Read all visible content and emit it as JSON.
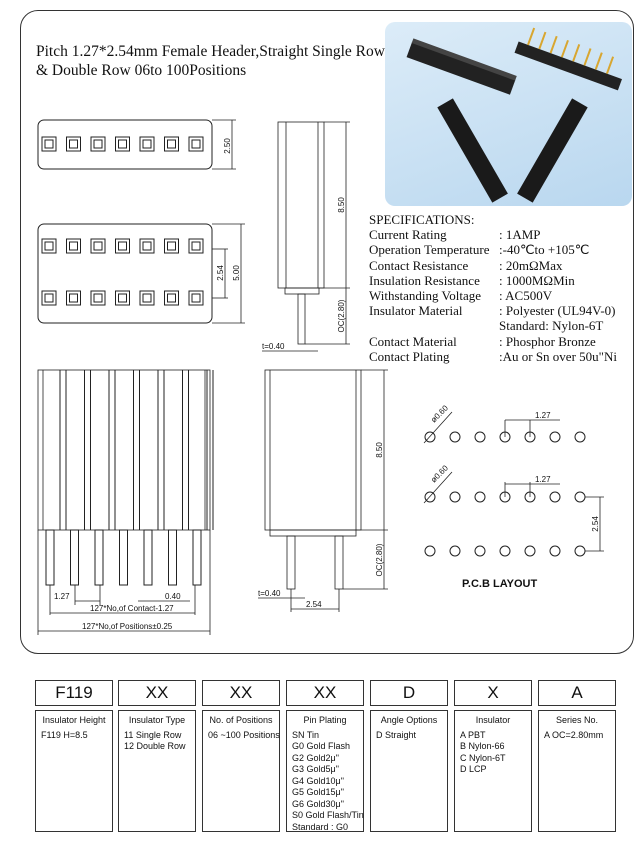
{
  "title": {
    "line1": "Pitch 1.27*2.54mm Female Header,Straight Single Row",
    "line2": "& Double Row 06to 100Positions"
  },
  "specs": {
    "heading": "SPECIFICATIONS:",
    "rows": [
      {
        "k": "Current Rating",
        "v": ": 1AMP"
      },
      {
        "k": "Operation  Temperature",
        "v": ":-40℃to +105℃"
      },
      {
        "k": "Contact Resistance",
        "v": ": 20mΩMax"
      },
      {
        "k": "Insulation Resistance",
        "v": ": 1000MΩMin"
      },
      {
        "k": "Withstanding Voltage",
        "v": ": AC500V"
      },
      {
        "k": "Insulator Material",
        "v": ": Polyester (UL94V-0)"
      },
      {
        "k": "",
        "v": "Standard: Nylon-6T"
      },
      {
        "k": "Contact Material",
        "v": ": Phosphor Bronze"
      },
      {
        "k": "Contact Plating",
        "v": ":Au or Sn over 50u\"Ni"
      }
    ]
  },
  "dims": {
    "w250": "2.50",
    "w500": "5.00",
    "p254": "2.54",
    "h850": "8.50",
    "oc": "OC(2.80)",
    "t040": "t=0.40",
    "p127": "1.27",
    "d040": "0.40",
    "contact": "127*No,of  Contact-1.27",
    "positions": "127*No,of  Positions±0.25",
    "pcb_d": "ø0.60",
    "pcb_title": "P.C.B  LAYOUT"
  },
  "part": {
    "codes": [
      "F119",
      "XX",
      "XX",
      "XX",
      "D",
      "X",
      "A"
    ],
    "cols": [
      {
        "h": "Insulator Height",
        "lines": [
          "F119  H=8.5"
        ]
      },
      {
        "h": "Insulator Type",
        "lines": [
          "11   Single Row",
          "12   Double Row"
        ]
      },
      {
        "h": "No. of Positions",
        "lines": [
          "06 ~100 Positions"
        ]
      },
      {
        "h": "Pin Plating",
        "lines": [
          "SN  Tin",
          "G0   Gold Flash",
          "G2   Gold2μ\"",
          "G3   Gold5μ\"",
          "G4   Gold10μ\"",
          "G5   Gold15μ\"",
          "G6   Gold30μ\"",
          "S0   Gold Flash/Tin",
          "Standard : G0"
        ]
      },
      {
        "h": "Angle Options",
        "lines": [
          "D    Straight"
        ]
      },
      {
        "h": "Insulator",
        "lines": [
          "A     PBT",
          "B     Nylon-66",
          "C     Nylon-6T",
          "D     LCP"
        ]
      },
      {
        "h": "Series No.",
        "lines": [
          "A  OC=2.80mm"
        ]
      }
    ]
  }
}
